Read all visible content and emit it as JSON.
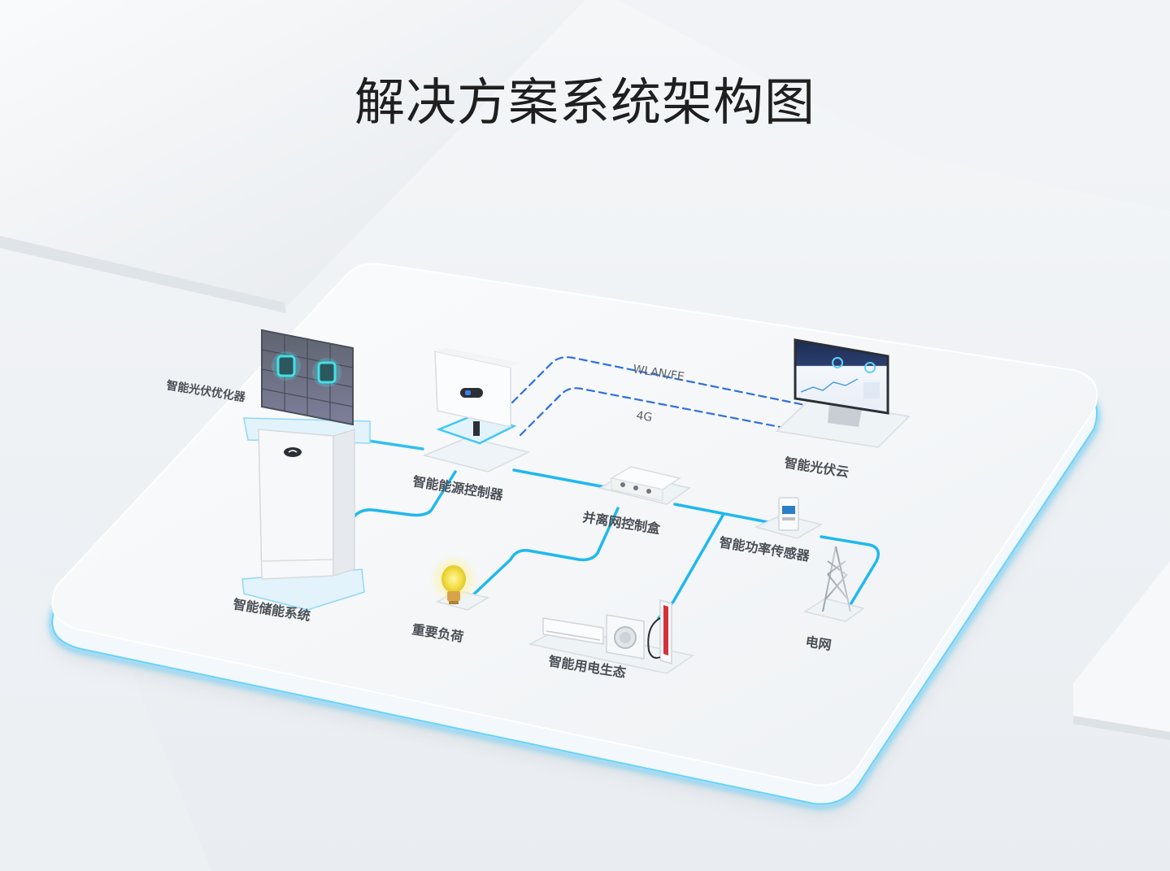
{
  "title": "解决方案系统架构图",
  "links": {
    "wlan_fe": "WLAN/FE",
    "cellular": "4G"
  },
  "components": {
    "pv_optimizer": "智能光伏优化器",
    "energy_controller": "智能能源控制器",
    "pv_cloud": "智能光伏云",
    "grid_switch_box": "并离网控制盒",
    "power_sensor": "智能功率传感器",
    "storage_system": "智能储能系统",
    "critical_load": "重要负荷",
    "smart_home": "智能用电生态",
    "grid": "电网"
  },
  "colors": {
    "power_line": "#1fb8ee",
    "comm_line": "#2f6fe0",
    "platform_glow": "#35c6f5",
    "title_text": "#1f1f1f"
  }
}
